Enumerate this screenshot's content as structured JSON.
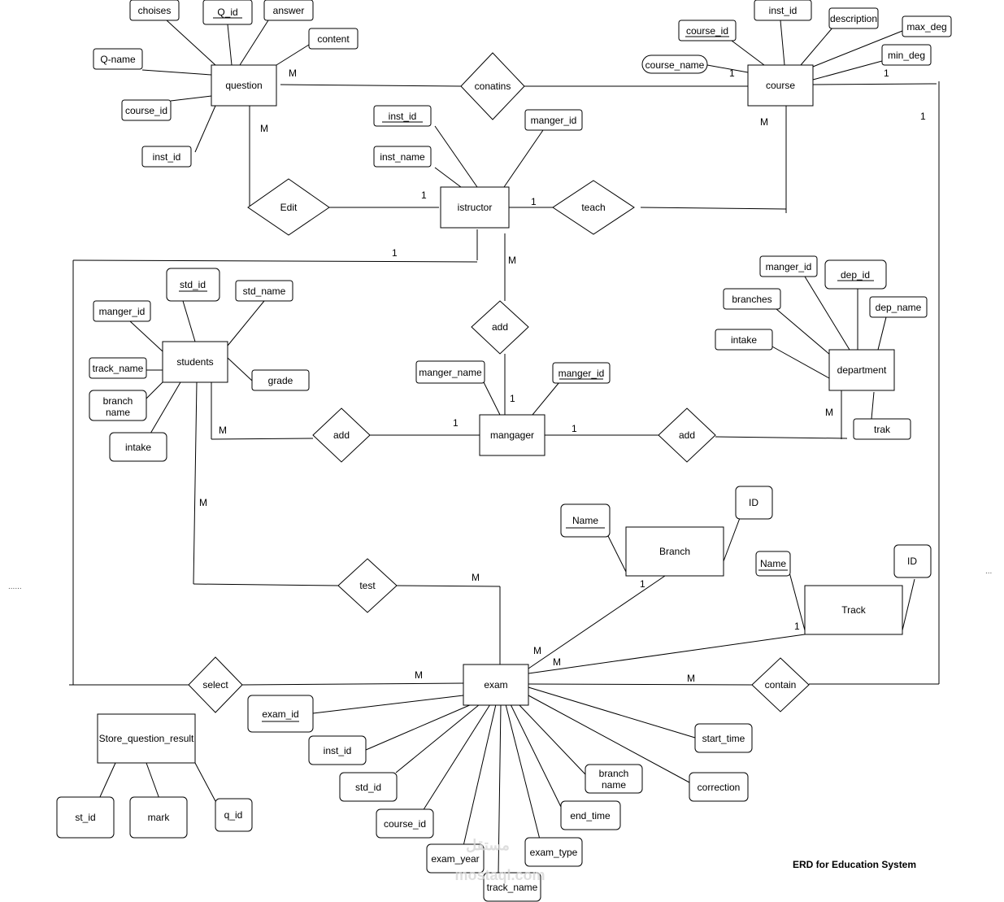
{
  "caption": "ERD for Education System",
  "watermark": {
    "arabic": "مستقل",
    "latin": "mostaql.com"
  },
  "side_marks": {
    "left": "......",
    "right": "..."
  },
  "entities": {
    "question": "question",
    "course": "course",
    "istructor": "istructor",
    "students": "students",
    "mangager": "mangager",
    "department": "department",
    "branch": "Branch",
    "track": "Track",
    "exam": "exam",
    "store_question_result": "Store_question_result"
  },
  "relationships": {
    "conatins": "conatins",
    "edit": "Edit",
    "teach": "teach",
    "add_instructor": "add",
    "add_students": "add",
    "add_department": "add",
    "test": "test",
    "select": "select",
    "contain": "contain"
  },
  "attributes": {
    "q_choises": "choises",
    "q_id": "Q_id",
    "q_answer": "answer",
    "q_content": "content",
    "q_name": "Q-name",
    "q_course_id": "course_id",
    "q_inst_id": "inst_id",
    "c_inst_id": "inst_id",
    "c_course_id": "course_id",
    "c_description": "description",
    "c_max_deg": "max_deg",
    "c_course_name": "course_name",
    "c_min_deg": "min_deg",
    "i_inst_id": "inst_id",
    "i_manger_id": "manger_id",
    "i_inst_name": "inst_name",
    "s_std_id": "std_id",
    "s_std_name": "std_name",
    "s_manger_id": "manger_id",
    "s_track_name": "track_name",
    "s_grade": "grade",
    "s_branch_name": "branch\nname",
    "s_intake": "intake",
    "m_manger_name": "manger_name",
    "m_manger_id": "manger_id",
    "d_manger_id": "manger_id",
    "d_dep_id": "dep_id",
    "d_branches": "branches",
    "d_dep_name": "dep_name",
    "d_intake": "intake",
    "d_trak": "trak",
    "b_name": "Name",
    "b_id": "ID",
    "t_name": "Name",
    "t_id": "ID",
    "e_exam_id": "exam_id",
    "e_inst_id": "inst_id",
    "e_std_id": "std_id",
    "e_course_id": "course_id",
    "e_exam_year": "exam_year",
    "e_track_name": "track_name",
    "e_exam_type": "exam_type",
    "e_end_time": "end_time",
    "e_branch_name": "branch\nname",
    "e_correction": "correction",
    "e_start_time": "start_time",
    "r_st_id": "st_id",
    "r_mark": "mark",
    "r_q_id": "q_id"
  },
  "cardinalities": {
    "q_conatins": "M",
    "course_conatins": "1",
    "q_edit": "M",
    "istructor_edit": "1",
    "istructor_teach": "1",
    "course_teach": "M",
    "course_contain": "1",
    "course_contain_right": "1",
    "istructor_select": "1",
    "istructor_add": "M",
    "mangager_add_top": "1",
    "students_add": "M",
    "mangager_add_left": "1",
    "mangager_add_right": "1",
    "department_add": "M",
    "students_test": "M",
    "exam_test": "M",
    "branch_exam": "1",
    "exam_branch": "M",
    "track_exam": "1",
    "exam_track": "M",
    "exam_select": "M",
    "exam_contain": "M"
  }
}
